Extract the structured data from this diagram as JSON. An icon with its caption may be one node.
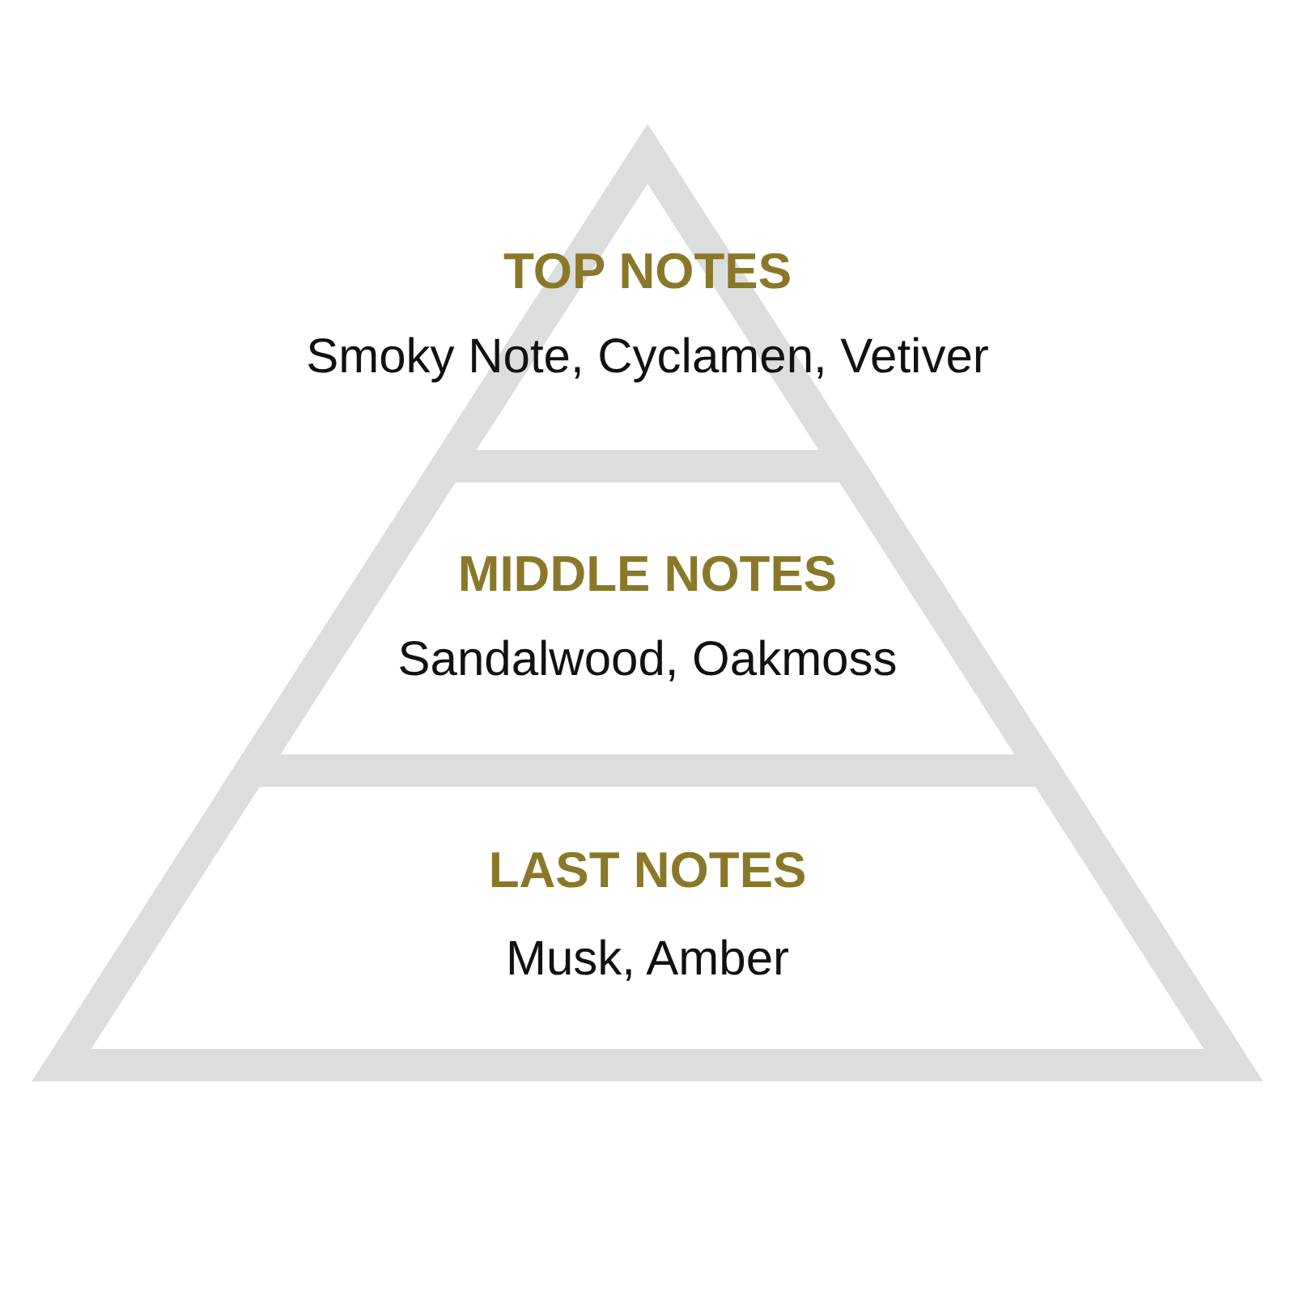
{
  "diagram": {
    "nodes": [
      {
        "text": [
          "TOP NOTES",
          "Smoky Note, Cyclamen, Vetiver"
        ]
      },
      {
        "text": [
          "MIDDLE NOTES",
          "Sandalwood, Oakmoss"
        ]
      },
      {
        "text": [
          "LAST NOTES",
          "Musk, Amber"
        ]
      }
    ]
  }
}
